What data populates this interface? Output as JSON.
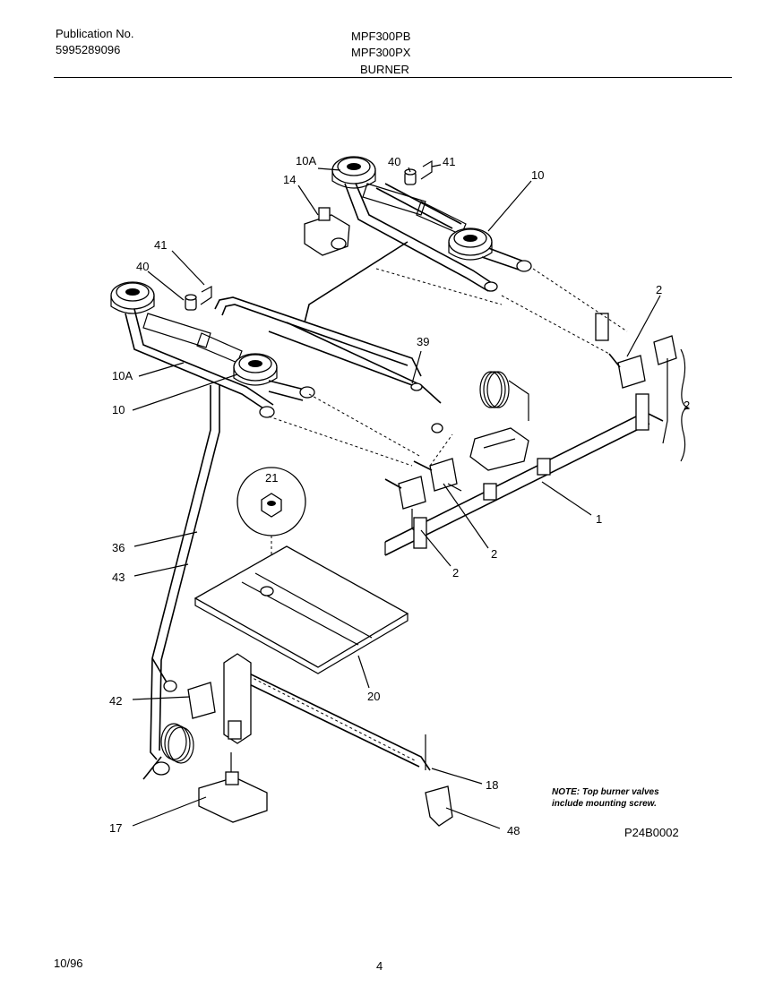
{
  "header": {
    "publication_label": "Publication No.",
    "publication_number": "5995289096",
    "model_1": "MPF300PB",
    "model_2": "MPF300PX",
    "section": "BURNER"
  },
  "callouts": {
    "c10A_top": "10A",
    "c40_top": "40",
    "c41_top": "41",
    "c10_top": "10",
    "c14": "14",
    "c41_left": "41",
    "c40_left": "40",
    "c10A_left": "10A",
    "c10_left": "10",
    "c39": "39",
    "c2_a": "2",
    "c2_b": "2",
    "c2_c": "2",
    "c2_d": "2",
    "c1": "1",
    "c21": "21",
    "c36": "36",
    "c43": "43",
    "c20": "20",
    "c42": "42",
    "c18": "18",
    "c17": "17",
    "c48": "48"
  },
  "note": {
    "line1": "NOTE: Top burner valves",
    "line2": "include mounting screw."
  },
  "diagram_code": "P24B0002",
  "footer": {
    "date": "10/96",
    "page": "4"
  }
}
